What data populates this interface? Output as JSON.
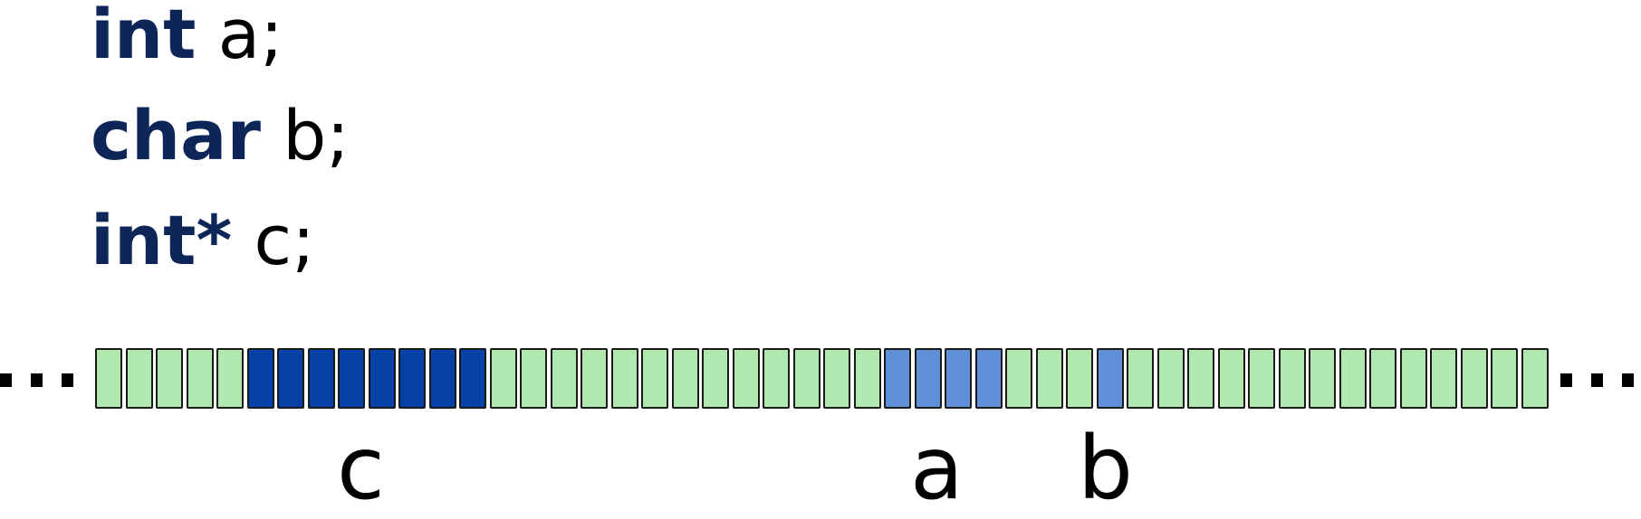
{
  "declarations": [
    {
      "type": "int",
      "name": "a",
      "terminator": ";"
    },
    {
      "type": "char",
      "name": "b",
      "terminator": ";"
    },
    {
      "type": "int*",
      "name": "c",
      "terminator": ";"
    }
  ],
  "memory": {
    "cell_count": 48,
    "cell_kinds": [
      "free",
      "free",
      "free",
      "free",
      "free",
      "c",
      "c",
      "c",
      "c",
      "c",
      "c",
      "c",
      "c",
      "free",
      "free",
      "free",
      "free",
      "free",
      "free",
      "free",
      "free",
      "free",
      "free",
      "free",
      "free",
      "free",
      "a",
      "a",
      "a",
      "a",
      "free",
      "free",
      "free",
      "b",
      "free",
      "free",
      "free",
      "free",
      "free",
      "free",
      "free",
      "free",
      "free",
      "free",
      "free",
      "free",
      "free",
      "free"
    ],
    "colors": {
      "free": "#b0e8b0",
      "c": "#0641a8",
      "a": "#5f8fd6",
      "b": "#5f8fd6"
    },
    "ellipsis": "..."
  },
  "labels": {
    "c": "c",
    "a": "a",
    "b": "b"
  }
}
